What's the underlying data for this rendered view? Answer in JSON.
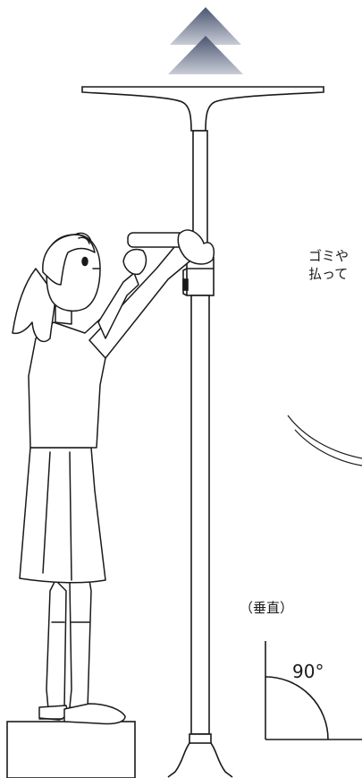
{
  "annotation": {
    "note_line1": "ゴミや",
    "note_line2": "払って"
  },
  "angle_guide": {
    "label": "（垂直）",
    "degree": "90°"
  },
  "icons": {
    "arrow": "up-arrow-icon"
  },
  "colors": {
    "line": "#1a1a1a",
    "arrow_top": "#4a5570",
    "arrow_bottom": "#c8ccd6",
    "background": "#ffffff"
  }
}
